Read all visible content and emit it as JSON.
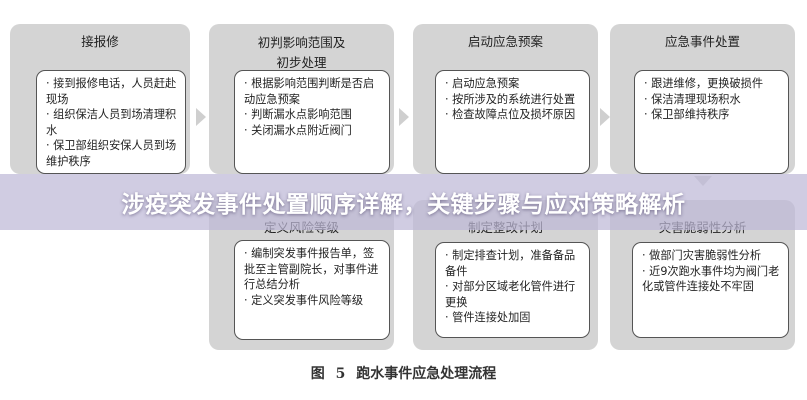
{
  "banner": {
    "title": "涉疫突发事件处置顺序详解，关键步骤与应对策略解析"
  },
  "caption": "图 5   跑水事件应急处理流程",
  "stages": [
    {
      "title": "接报修",
      "items": [
        "接到报修电话，人员赶赴现场",
        "组织保洁人员到场清理积水",
        "保卫部组织安保人员到场维护秩序"
      ]
    },
    {
      "title_lines": [
        "初判影响范围及",
        "初步处理"
      ],
      "items": [
        "根据影响范围判断是否启动应急预案",
        "判断漏水点影响范围",
        "关闭漏水点附近阀门"
      ]
    },
    {
      "title": "启动应急预案",
      "items": [
        "启动应急预案",
        "按所涉及的系统进行处置",
        "检查故障点位及损坏原因"
      ]
    },
    {
      "title": "应急事件处置",
      "items": [
        "跟进维修，更换破损件",
        "保洁清理现场积水",
        "保卫部维持秩序"
      ]
    },
    {
      "title": "灾害脆弱性分析",
      "items": [
        "做部门灾害脆弱性分析",
        "近9次跑水事件均为阀门老化或管件连接处不牢固"
      ]
    },
    {
      "title": "制定整改计划",
      "items": [
        "制定排查计划，准备备品备件",
        "对部分区域老化管件进行更换",
        "管件连接处加固"
      ]
    },
    {
      "title": "定义风险等级",
      "items": [
        "编制突发事件报告单，签批至主管副院长，对事件进行总结分析",
        "定义突发事件风险等级"
      ]
    }
  ]
}
